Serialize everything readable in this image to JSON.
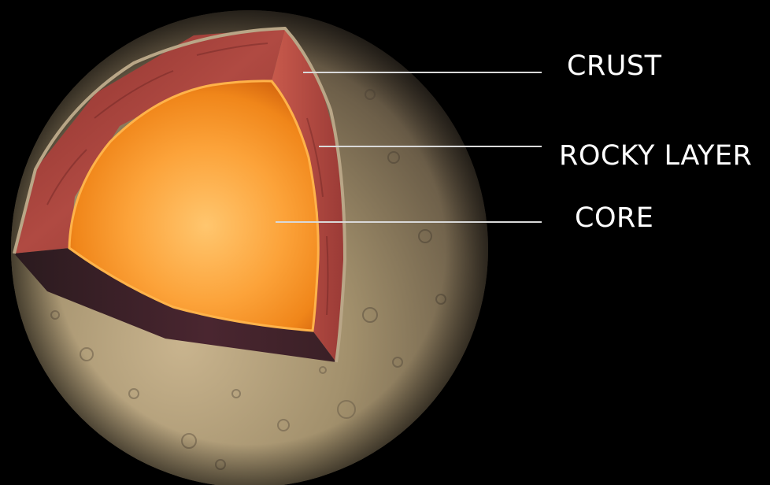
{
  "diagram": {
    "labels": {
      "crust": "CRUST",
      "rocky_layer": "ROCKY LAYER",
      "core": "CORE"
    },
    "colors": {
      "background": "#000000",
      "surface": "#8c7a5c",
      "rocky_layer": "#a8403a",
      "core": "#f5951e",
      "leader_line": "#d9d9d9",
      "label_text": "#ffffff"
    }
  }
}
